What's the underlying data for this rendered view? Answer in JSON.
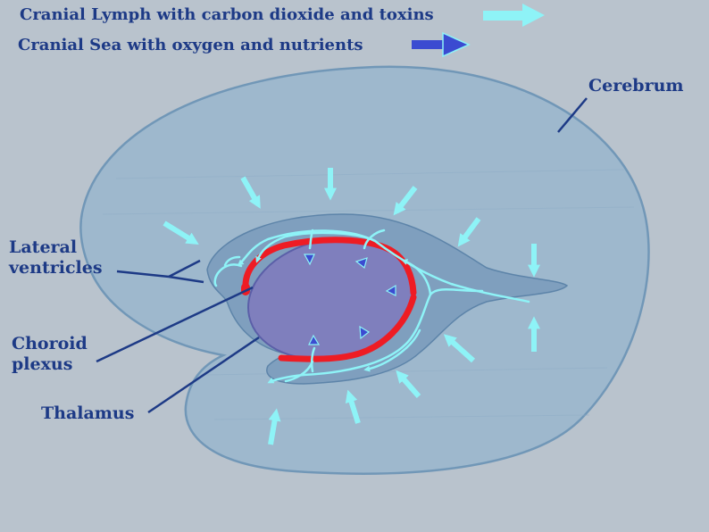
{
  "legend": [
    {
      "text": "Cranial Lymph with carbon dioxide and toxins",
      "arrow_icon": "light-cyan-arrow-icon",
      "color": "#8ef3f7"
    },
    {
      "text": "Cranial Sea with oxygen and nutrients",
      "arrow_icon": "blue-arrow-icon",
      "color": "#3b4bd1"
    }
  ],
  "labels": {
    "cerebrum": "Cerebrum",
    "lateral_ventricles_line1": "Lateral",
    "lateral_ventricles_line2": "ventricles",
    "choroid_plexus_line1": "Choroid",
    "choroid_plexus_line2": "plexus",
    "thalamus": "Thalamus"
  },
  "colors": {
    "background": "#b9c3cd",
    "cerebrum_fill": "#9db8ce",
    "ventricle_fill": "#7f9fbe",
    "thalamus_fill": "#7f7fbd",
    "choroid_plexus": "#ee1c24",
    "lymph_arrow": "#8ef3f7",
    "sea_arrow": "#3b4bd1",
    "label_text": "#1d3a86"
  }
}
